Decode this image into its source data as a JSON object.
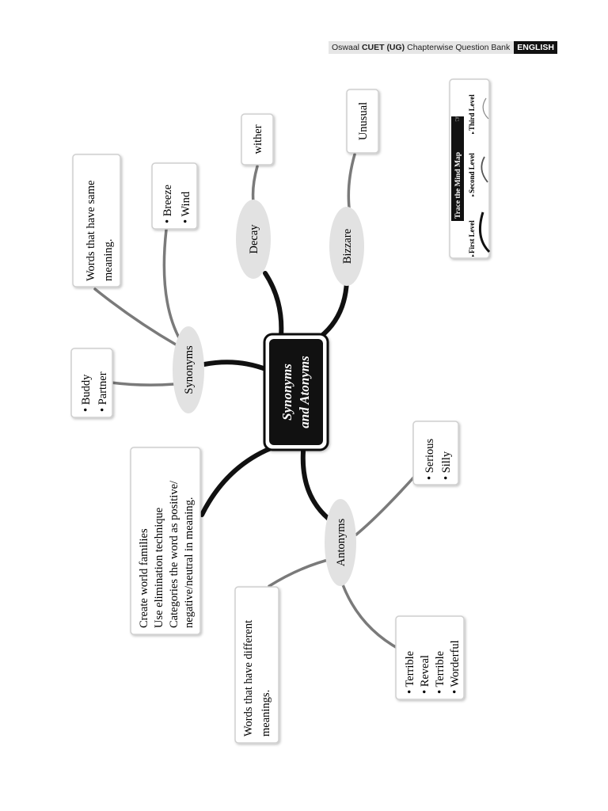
{
  "header": {
    "publisher": "Oswaal",
    "series": "CUET (UG)",
    "subtitle": "Chapterwise Question Bank",
    "subject": "ENGLISH"
  },
  "mindmap": {
    "center_line1": "Synonyms",
    "center_line2": "and Atonyms",
    "synonyms": {
      "label": "Synonyms",
      "definition_line1": "Words that have same",
      "definition_line2": "meaning.",
      "examples1": [
        "• Breeze",
        "• Wind"
      ],
      "examples2": [
        "• Buddy",
        "• Partner"
      ]
    },
    "antonyms": {
      "label": "Antonyms",
      "definition_line1": "Words that have different",
      "definition_line2": "meanings.",
      "examples1": [
        "• Serious",
        "• Silly"
      ],
      "examples2": [
        "• Terrible",
        "• Reveal",
        "• Terrible",
        "• Worderful"
      ]
    },
    "decay": {
      "label": "Decay",
      "child": "wither"
    },
    "bizzare": {
      "label": "Bizzare",
      "child": "Unusual"
    },
    "tips": [
      "Create world families",
      "Use elimination technique",
      "Categories the word as positive/",
      "negative/neutral in meaning."
    ]
  },
  "legend": {
    "title": "Trace the Mind Map",
    "levels": [
      "First Level",
      "Second Level",
      "Third Level"
    ],
    "colors": [
      "#111111",
      "#555555",
      "#888888"
    ]
  }
}
